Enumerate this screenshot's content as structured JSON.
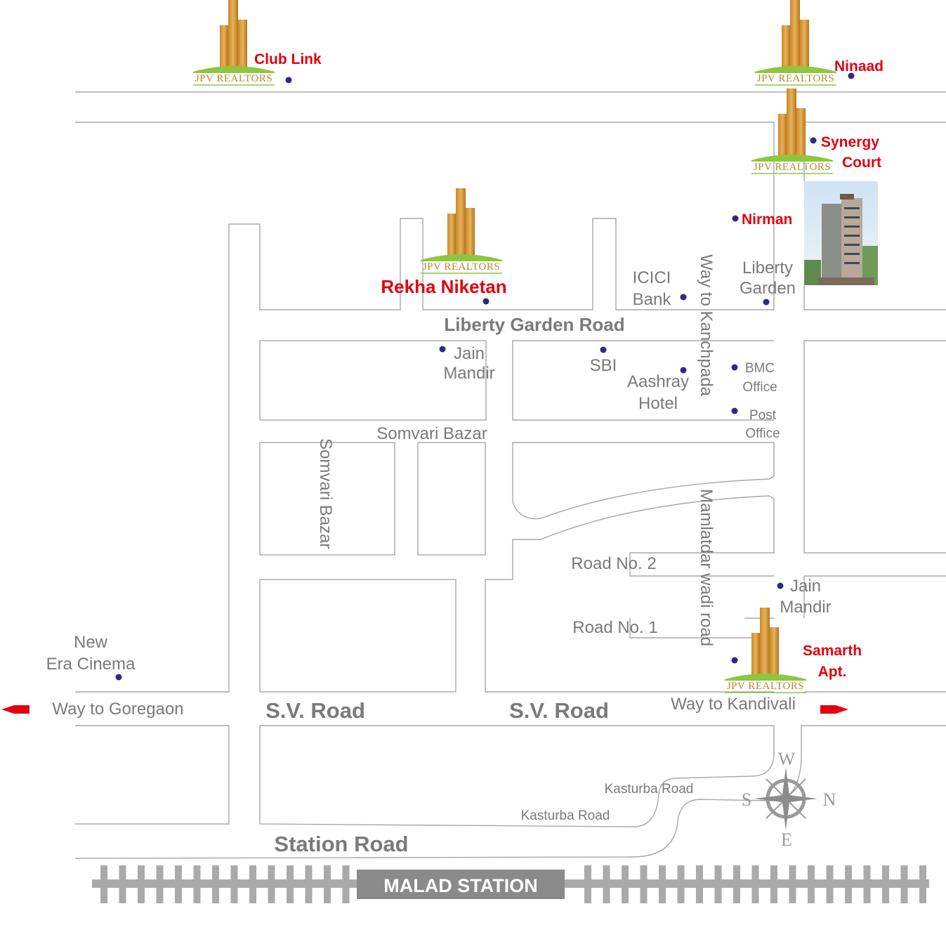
{
  "logo": {
    "text": "JPV REALTORS"
  },
  "properties": {
    "club_link": "Club Link",
    "ninaad": "Ninaad",
    "synergy_court_1": "Synergy",
    "synergy_court_2": "Court",
    "nirman": "Nirman",
    "rekha_niketan": "Rekha Niketan",
    "samarth_1": "Samarth",
    "samarth_2": "Apt."
  },
  "landmarks": {
    "icici_1": "ICICI",
    "icici_2": "Bank",
    "liberty_1": "Liberty",
    "liberty_2": "Garden",
    "jain_top_1": "Jain",
    "jain_top_2": "Mandir",
    "sbi": "SBI",
    "aashray_1": "Aashray",
    "aashray_2": "Hotel",
    "bmc_1": "BMC",
    "bmc_2": "Office",
    "post_1": "Post",
    "post_2": "Office",
    "jain_bot_1": "Jain",
    "jain_bot_2": "Mandir",
    "new_era_1": "New",
    "new_era_2": "Era Cinema"
  },
  "roads": {
    "liberty_garden_road": "Liberty Garden Road",
    "way_to_kanchpada": "Way to Kanchpada",
    "somvari_bazar_h": "Somvari Bazar",
    "somvari_bazar_v": "Somvari Bazar",
    "mamlatdar": "Mamlatdar wadi road",
    "road_no_2": "Road No. 2",
    "road_no_1": "Road No. 1",
    "sv_road_1": "S.V. Road",
    "sv_road_2": "S.V. Road",
    "way_to_goregaon": "Way to Goregaon",
    "way_to_kandivali": "Way to Kandivali",
    "kasturba_1": "Kasturba Road",
    "kasturba_2": "Kasturba Road",
    "station_road": "Station Road"
  },
  "station": {
    "name": "MALAD STATION"
  },
  "compass": {
    "top": "W",
    "left": "S",
    "right": "N",
    "bottom": "E"
  },
  "colors": {
    "road": "#a8a8a8",
    "label": "#7a7a7a",
    "property": "#e3000f",
    "marker": "#2e2a86",
    "rail": "#aaaaaa",
    "arrow": "#e3000f"
  }
}
